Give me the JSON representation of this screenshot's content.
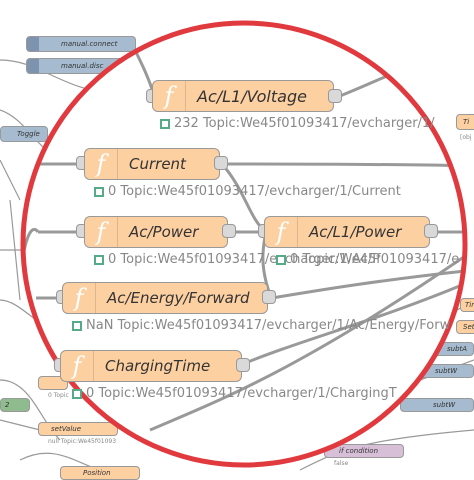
{
  "background_nodes": [
    {
      "id": "manual-connect",
      "label": "manual.connect"
    },
    {
      "id": "manual-disconnect",
      "label": "manual.disc"
    },
    {
      "id": "toggle",
      "label": "Toggle"
    },
    {
      "id": "set-value",
      "label": "setValue"
    },
    {
      "id": "position",
      "label": "Position"
    },
    {
      "id": "if-condition",
      "label": "if condition"
    },
    {
      "id": "subt-a",
      "label": "subtA"
    },
    {
      "id": "subt-w-1",
      "label": "subtW"
    },
    {
      "id": "subt-w-2",
      "label": "subtW"
    },
    {
      "id": "set-kw",
      "label": "SetKw"
    },
    {
      "id": "tim",
      "label": "Tim"
    },
    {
      "id": "ti",
      "label": "Ti"
    },
    {
      "id": "obj",
      "label": "[obj"
    }
  ],
  "background_status": {
    "set_value": "null Topic:We45f01093",
    "if_condition": "false",
    "left_zero": "0 Topic",
    "two_badge": "2"
  },
  "function_nodes": [
    {
      "id": "ac-l1-voltage",
      "label": "Ac/L1/Voltage",
      "status": "232 Topic:We45f01093417/evcharger/1/"
    },
    {
      "id": "current",
      "label": "Current",
      "status": "0 Topic:We45f01093417/evcharger/1/Current"
    },
    {
      "id": "ac-power",
      "label": "Ac/Power",
      "status": "0 Topic:We45f01093417/evcharger/1/Ac/P"
    },
    {
      "id": "ac-l1-power",
      "label": "Ac/L1/Power",
      "status": "0 Topic:We45f01093417/e"
    },
    {
      "id": "ac-energy-forward",
      "label": "Ac/Energy/Forward",
      "status": "NaN Topic:We45f01093417/evcharger/1/Ac/Energy/Forw"
    },
    {
      "id": "charging-time",
      "label": "ChargingTime",
      "status": "0 Topic:We45f01093417/evcharger/1/ChargingT"
    }
  ],
  "function_icon": "f",
  "colors": {
    "function_node": "#fdd0a2",
    "link_node": "#a6bbcf",
    "highlight_circle": "#e0393e",
    "status_dot": "#5aa882",
    "wire": "#888888"
  }
}
